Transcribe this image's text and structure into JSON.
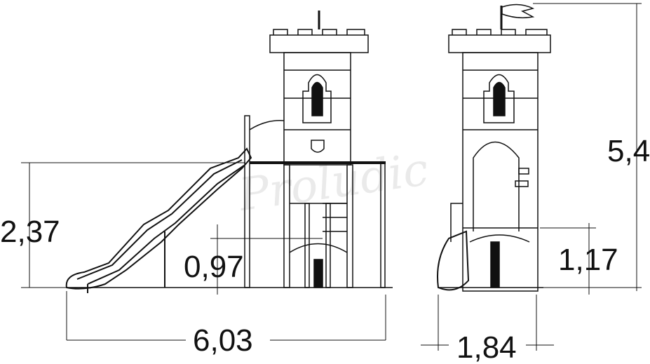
{
  "watermark": "Proludic",
  "dimensions": {
    "slide_height": "2,37",
    "platform_height": "0,97",
    "total_length": "6,03",
    "total_height": "5,4",
    "side_platform_height": "1,17",
    "side_width": "1,84"
  },
  "colors": {
    "line": "#111111",
    "background": "#ffffff",
    "watermark": "#dddddd"
  }
}
